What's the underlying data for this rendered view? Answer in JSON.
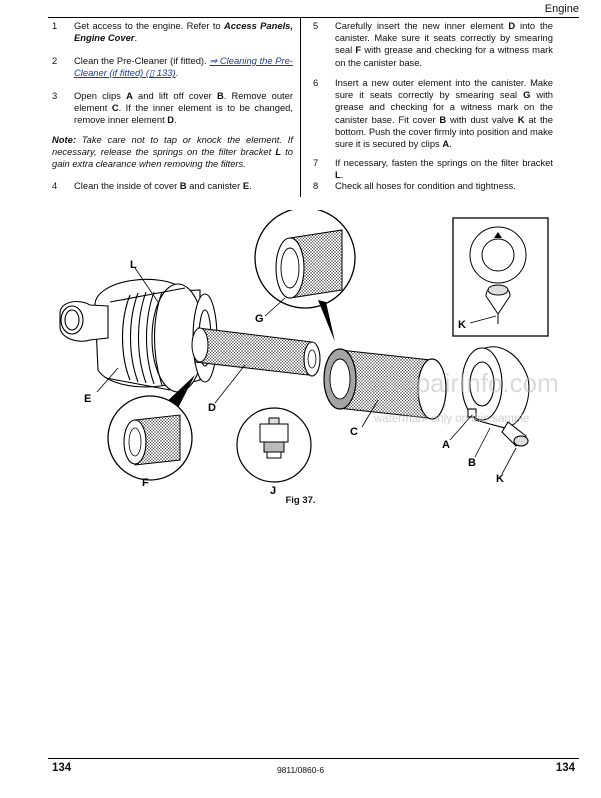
{
  "header": {
    "section": "Engine"
  },
  "steps_left": [
    {
      "num": "1",
      "parts": [
        {
          "t": "Get access to the engine. Refer to "
        },
        {
          "t": "Access Panels, Engine Cover",
          "s": "bi"
        },
        {
          "t": "."
        }
      ]
    },
    {
      "num": "2",
      "parts": [
        {
          "t": "Clean the Pre-Cleaner (if fitted). "
        },
        {
          "t": "⇒ Cleaning the Pre-Cleaner (if fitted) (▯ 133)",
          "s": "link"
        },
        {
          "t": "."
        }
      ]
    },
    {
      "num": "3",
      "parts": [
        {
          "t": "Open clips "
        },
        {
          "t": "A",
          "s": "b"
        },
        {
          "t": " and lift off cover "
        },
        {
          "t": "B",
          "s": "b"
        },
        {
          "t": ". Remove outer element "
        },
        {
          "t": "C",
          "s": "b"
        },
        {
          "t": ". If the inner element is to be changed, remove inner element "
        },
        {
          "t": "D",
          "s": "b"
        },
        {
          "t": "."
        }
      ]
    },
    {
      "num": "4",
      "parts": [
        {
          "t": "Clean the inside of cover "
        },
        {
          "t": "B",
          "s": "b"
        },
        {
          "t": " and canister "
        },
        {
          "t": "E",
          "s": "b"
        },
        {
          "t": "."
        }
      ]
    }
  ],
  "note": [
    {
      "t": "Note:",
      "s": "b"
    },
    {
      "t": " Take care not to tap or knock the element. If necessary, release the springs on the filter bracket "
    },
    {
      "t": "L",
      "s": "b"
    },
    {
      "t": " to gain extra clearance when removing the filters."
    }
  ],
  "steps_right": [
    {
      "num": "5",
      "parts": [
        {
          "t": "Carefully insert the new inner element "
        },
        {
          "t": "D",
          "s": "b"
        },
        {
          "t": " into the canister. Make sure it seats correctly by smearing seal "
        },
        {
          "t": "F",
          "s": "b"
        },
        {
          "t": " with grease and checking for a witness mark on the canister base."
        }
      ]
    },
    {
      "num": "6",
      "parts": [
        {
          "t": "Insert a new outer element into the canister. Make sure it seats correctly by smearing seal "
        },
        {
          "t": "G",
          "s": "b"
        },
        {
          "t": " with grease and checking for a witness mark on the canister base. Fit cover "
        },
        {
          "t": "B",
          "s": "b"
        },
        {
          "t": " with dust valve "
        },
        {
          "t": "K",
          "s": "b"
        },
        {
          "t": " at the bottom. Push the cover firmly into position and make sure it is secured by clips "
        },
        {
          "t": "A",
          "s": "b"
        },
        {
          "t": "."
        }
      ]
    },
    {
      "num": "7",
      "parts": [
        {
          "t": "If necessary, fasten the springs on the filter bracket "
        },
        {
          "t": "L",
          "s": "b"
        },
        {
          "t": "."
        }
      ]
    },
    {
      "num": "8",
      "parts": [
        {
          "t": "Check all hoses for condition and tightness."
        }
      ]
    }
  ],
  "figure": {
    "labels": {
      "L": "L",
      "G": "G",
      "E": "E",
      "D": "D",
      "C": "C",
      "A": "A",
      "B": "B",
      "K": "K",
      "F": "F",
      "J": "J",
      "K2": "K"
    },
    "caption": "Fig 37."
  },
  "watermark": {
    "main": "eRepairInfo.com",
    "sub": "watermark only on this sample"
  },
  "footer": {
    "page_left": "134",
    "doc_number": "9811/0860-6",
    "page_right": "134"
  }
}
